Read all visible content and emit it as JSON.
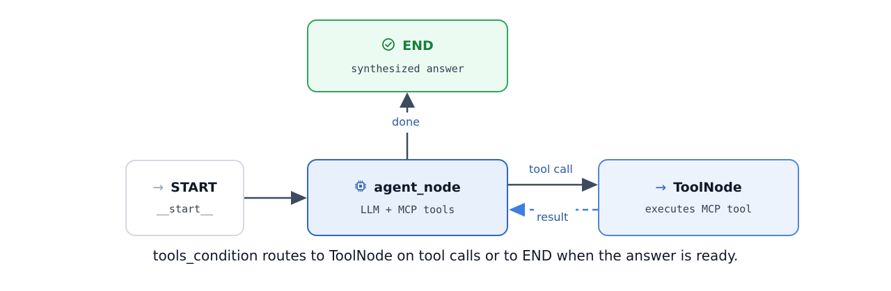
{
  "nodes": {
    "end": {
      "icon": "check-circle-icon",
      "glyph": "✓",
      "title": "END",
      "subtitle": "synthesized answer"
    },
    "start": {
      "icon": "arrow-right-icon",
      "glyph": "→",
      "title": "START",
      "subtitle": "__start__"
    },
    "agent": {
      "icon": "chip-icon",
      "title": "agent_node",
      "subtitle": "LLM + MCP tools"
    },
    "tool": {
      "icon": "arrow-right-icon",
      "glyph": "→",
      "title": "ToolNode",
      "subtitle": "executes MCP tool"
    }
  },
  "edges": {
    "start_to_agent": {
      "label": ""
    },
    "agent_to_end": {
      "label": "done"
    },
    "agent_to_tool": {
      "label": "tool call"
    },
    "tool_to_agent": {
      "label": "result",
      "style": "dashed"
    }
  },
  "caption": "tools_condition routes to ToolNode on tool calls or to END when the answer is ready.",
  "colors": {
    "edge": "#3d4b5e",
    "edge_label": "#2c5aa0",
    "dashed_edge": "#3f7ee0",
    "end_border": "#2fa55a",
    "end_fill": "#ecfbf2",
    "agent_border": "#2f64c4",
    "agent_fill": "#e8f0fc",
    "tool_border": "#4f86d8",
    "start_border": "#d3d9e0"
  }
}
